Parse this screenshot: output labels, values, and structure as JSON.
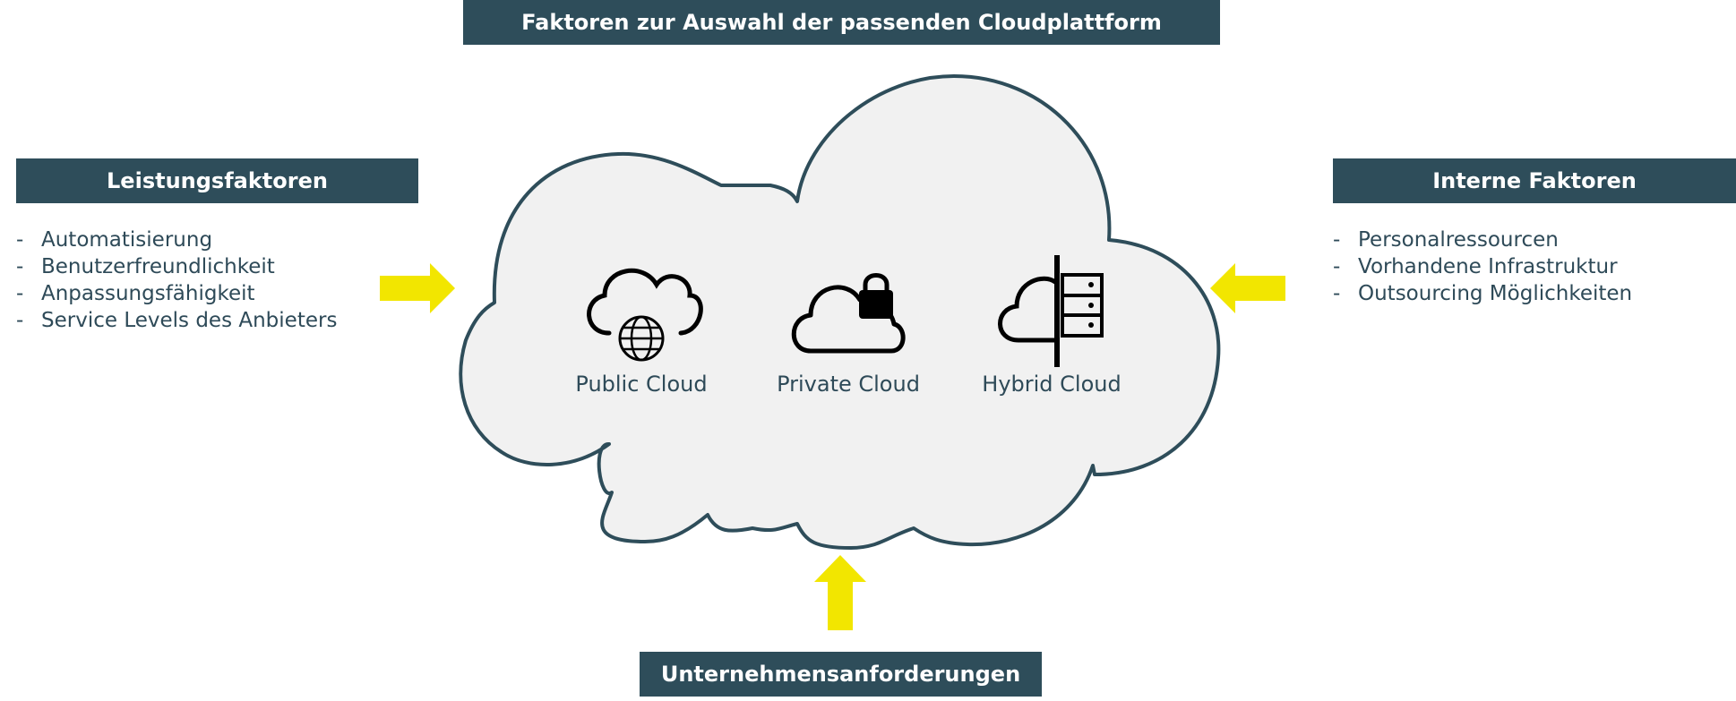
{
  "title": "Faktoren zur Auswahl der passenden Cloudplattform",
  "left": {
    "heading": "Leistungsfaktoren",
    "items": [
      "Automatisierung",
      "Benutzerfreundlichkeit",
      "Anpassungsfähigkeit",
      "Service Levels des Anbieters"
    ]
  },
  "right": {
    "heading": "Interne Faktoren",
    "items": [
      "Personalressourcen",
      "Vorhandene Infrastruktur",
      "Outsourcing Möglichkeiten"
    ]
  },
  "bottom": {
    "heading": "Unternehmensanforderungen"
  },
  "cloud_types": [
    {
      "label": "Public Cloud",
      "icon": "cloud-globe-icon"
    },
    {
      "label": "Private Cloud",
      "icon": "cloud-lock-icon"
    },
    {
      "label": "Hybrid Cloud",
      "icon": "cloud-server-icon"
    }
  ],
  "colors": {
    "header": "#2e4d5a",
    "arrow": "#f2e600",
    "cloud_fill": "#f1f1f1",
    "cloud_stroke": "#2e4d5a",
    "text": "#2e4a58"
  }
}
